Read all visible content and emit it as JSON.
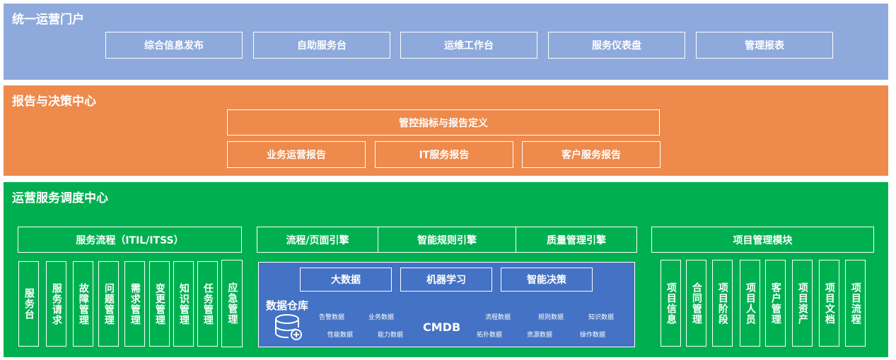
{
  "portal": {
    "title": "统一运营门户",
    "items": [
      "综合信息发布",
      "自助服务台",
      "运维工作台",
      "服务仪表盘",
      "管理报表"
    ]
  },
  "report": {
    "title": "报告与决策中心",
    "definition": "管控指标与报告定义",
    "items": [
      "业务运营报告",
      "IT服务报告",
      "客户服务报告"
    ]
  },
  "ops": {
    "title": "运营服务调度中心",
    "service_flow": {
      "title": "服务流程（ITIL/ITSS）",
      "items": [
        "服务台",
        "服务请求",
        "故障管理",
        "问题管理",
        "需求管理",
        "变更管理",
        "知识管理",
        "任务管理",
        "应急管理"
      ]
    },
    "engines": [
      "流程/页面引擎",
      "智能规则引擎",
      "质量管理引擎"
    ],
    "analytics": [
      "大数据",
      "机器学习",
      "智能决策"
    ],
    "data_warehouse": "数据仓库",
    "cmdb": "CMDB",
    "data_labels": {
      "row1": [
        "告警数据",
        "业务数据",
        "流程数据",
        "规则数据",
        "知识数据"
      ],
      "row2": [
        "性能数据",
        "能力数据",
        "拓扑数据",
        "资源数据",
        "操作数据"
      ]
    },
    "project": {
      "title": "项目管理模块",
      "items": [
        "项目信息",
        "合同管理",
        "项目阶段",
        "项目人员",
        "客户管理",
        "项目资产",
        "项目文档",
        "项目流程"
      ]
    }
  }
}
